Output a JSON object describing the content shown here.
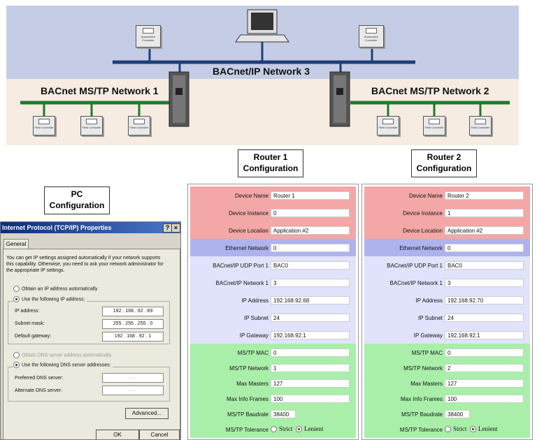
{
  "diagram": {
    "network3_label": "BACnet/IP Network 3",
    "mstp1_label": "BACnet MS/TP Network 1",
    "mstp2_label": "BACnet MS/TP Network 2",
    "automation_controller": "Automation Controller",
    "field_controller": "Field Controller"
  },
  "headings": {
    "router1": "Router 1 Configuration",
    "router2": "Router 2 Configuration",
    "pc": "PC Configuration"
  },
  "colors": {
    "device_section": "#f4a7a7",
    "ethernet_section": "#aeb3ee",
    "ip_section": "#e0e3fb",
    "mstp_section": "#a9efa9"
  },
  "routers": [
    {
      "device_name": "Router 1",
      "device_instance": "0",
      "device_location": "Application #2",
      "ethernet_network": "0",
      "udp_port": "BAC0",
      "ip_network": "3",
      "ip_address": "192.168.92.68",
      "ip_subnet": "24",
      "ip_gateway": "192.168.92.1",
      "mstp_mac": "0",
      "mstp_network": "1",
      "max_masters": "127",
      "max_info_frames": "100",
      "baudrate": "38400",
      "tolerance": "Lenient"
    },
    {
      "device_name": "Router 2",
      "device_instance": "1",
      "device_location": "Application #2",
      "ethernet_network": "0",
      "udp_port": "BAC0",
      "ip_network": "3",
      "ip_address": "192.168.92.70",
      "ip_subnet": "24",
      "ip_gateway": "192.168.92.1",
      "mstp_mac": "0",
      "mstp_network": "2",
      "max_masters": "127",
      "max_info_frames": "100",
      "baudrate": "38400",
      "tolerance": "Lenient"
    }
  ],
  "field_labels": {
    "device_name": "Device Name",
    "device_instance": "Device Instance",
    "device_location": "Device Location",
    "ethernet_network": "Ethernet Network",
    "udp_port": "BACnet/IP UDP Port 1",
    "ip_network": "BACnet/IP Network 1",
    "ip_address": "IP Address",
    "ip_subnet": "IP Subnet",
    "ip_gateway": "IP Gateway",
    "mstp_mac": "MS/TP MAC",
    "mstp_network": "MS/TP Network",
    "max_masters": "Max Masters",
    "max_info_frames": "Max Info Frames",
    "baudrate": "MS/TP Baudrate",
    "tolerance": "MS/TP Tolerance",
    "strict": "Strict",
    "lenient": "Lenient"
  },
  "dialog": {
    "title": "Internet Protocol (TCP/IP) Properties",
    "help_btn": "?",
    "close_btn": "×",
    "tab_general": "General",
    "intro_line1": "You can get IP settings assigned automatically if your network supports",
    "intro_line2": "this capability. Otherwise, you need to ask your network administrator for",
    "intro_line3": "the appropriate IP settings.",
    "obtain_auto": "Obtain an IP address automatically",
    "use_following": "Use the following IP address:",
    "ip_address_label": "IP address:",
    "subnet_label": "Subnet mask:",
    "gateway_label": "Default gateway:",
    "ip_address": "192 . 168 . 92 . 69",
    "subnet": "255 . 255 . 255 . 0",
    "gateway": "192 . 168 . 92 . 1",
    "dns_auto": "Obtain DNS server address automatically",
    "dns_following": "Use the following DNS server addresses:",
    "preferred_dns": "Preferred DNS server:",
    "alternate_dns": "Alternate DNS server:",
    "dns_empty": ".     .     .",
    "advanced_btn": "Advanced...",
    "ok_btn": "OK",
    "cancel_btn": "Cancel"
  }
}
